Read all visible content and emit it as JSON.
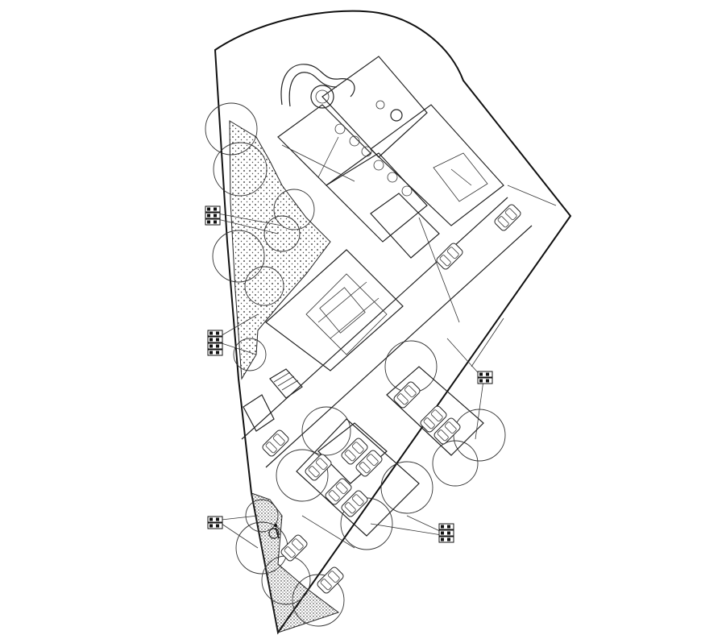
{
  "drawing": {
    "type": "architectural site plan",
    "line_color": "#222222",
    "background": "#ffffff",
    "icons": [
      "tree-canopy-icon",
      "car-icon",
      "wheelchair-icon",
      "tag-marker-icon"
    ]
  },
  "legend_tags": {
    "groups": 5,
    "lines_per_group": 3
  }
}
